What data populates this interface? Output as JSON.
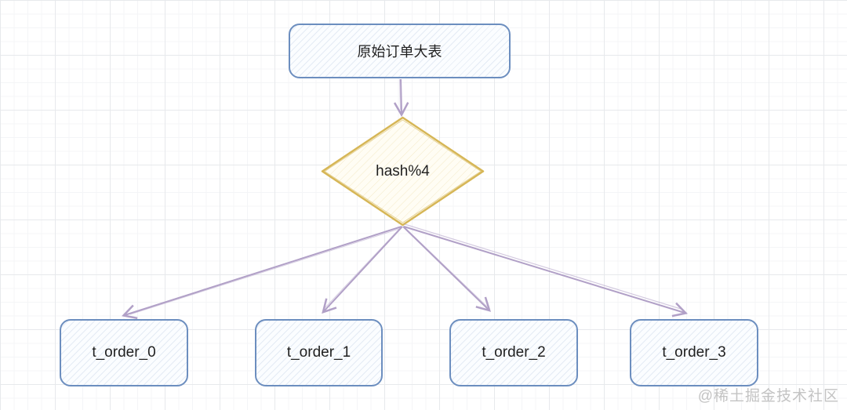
{
  "diagram": {
    "source_node": {
      "label": "原始订单大表"
    },
    "hash_node": {
      "label": "hash%4"
    },
    "shards": [
      {
        "label": "t_order_0"
      },
      {
        "label": "t_order_1"
      },
      {
        "label": "t_order_2"
      },
      {
        "label": "t_order_3"
      }
    ],
    "watermark": "@稀土掘金技术社区",
    "colors": {
      "node_border": "#6c8ebf",
      "node_fill": "#fbfdff",
      "diamond_border": "#d6b656",
      "diamond_fill": "#fffdf4",
      "arrow": "#b1a0c7",
      "text": "#1f1f1f",
      "grid_minor": "#f4f5f7",
      "grid_major": "#e7e9ec",
      "watermark_color": "#c3c3c3"
    }
  }
}
